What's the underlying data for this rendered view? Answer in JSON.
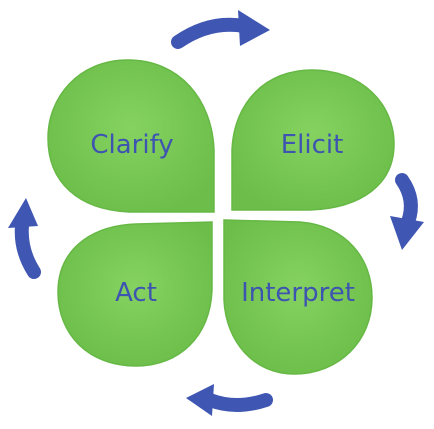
{
  "diagram": {
    "petals": [
      {
        "label": "Clarify"
      },
      {
        "label": "Elicit"
      },
      {
        "label": "Act"
      },
      {
        "label": "Interpret"
      }
    ]
  },
  "colors": {
    "petal_fill": "#79c955",
    "petal_edge": "#5fb23f",
    "label_text": "#3d54b0",
    "arrow": "#3f56b3",
    "background": "#ffffff"
  },
  "icons": {
    "arrows": [
      "arrow-top-right-icon",
      "arrow-right-down-icon",
      "arrow-bottom-left-icon",
      "arrow-left-up-icon"
    ]
  }
}
